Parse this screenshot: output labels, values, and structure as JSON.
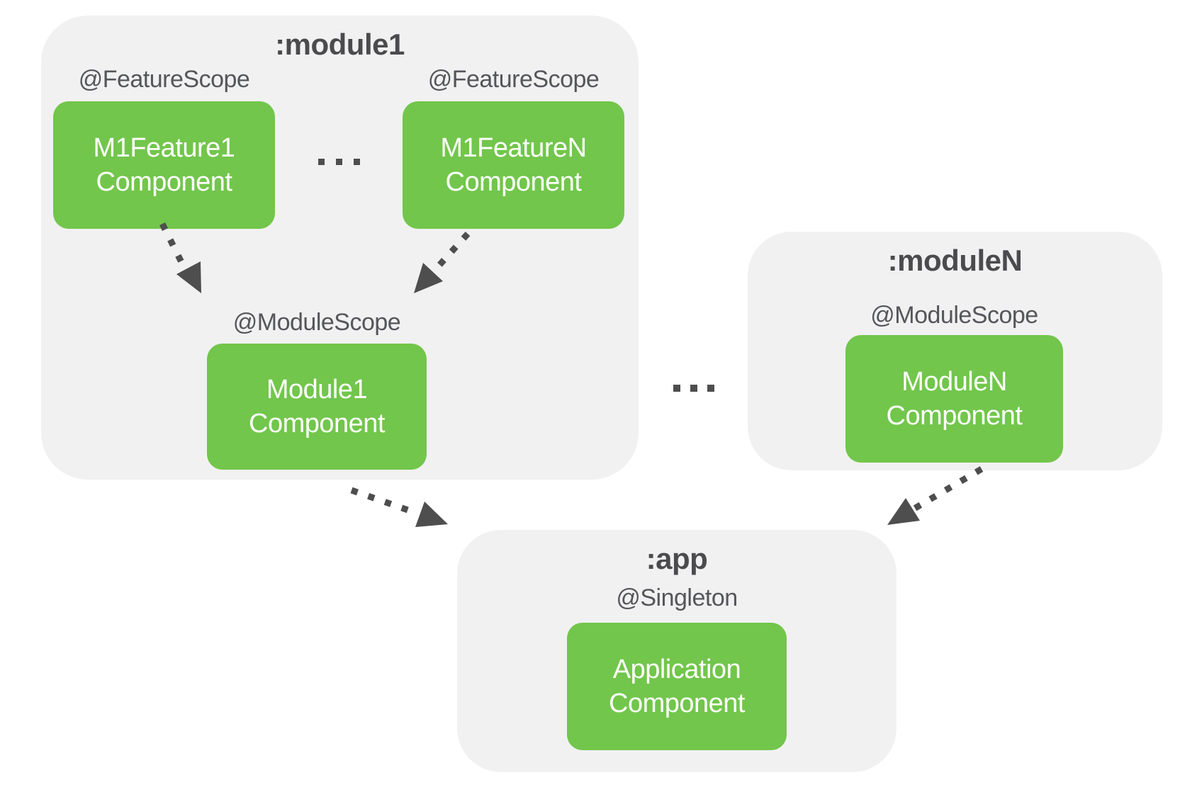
{
  "colors": {
    "container_background": "#F1F1F2",
    "component_green": "#72C64B",
    "title_text": "#4B4B4D",
    "scope_label_text": "#55565A",
    "arrow_gray": "#4E4E4E",
    "box_text": "#FFFFFF",
    "page_background": "#FFFFFF"
  },
  "module1": {
    "title": ":module1",
    "features": [
      {
        "scope": "@FeatureScope",
        "line1": "M1Feature1",
        "line2": "Component"
      },
      {
        "scope": "@FeatureScope",
        "line1": "M1FeatureN",
        "line2": "Component"
      }
    ],
    "ellipsis": ". . .",
    "module_box": {
      "scope": "@ModuleScope",
      "line1": "Module1",
      "line2": "Component"
    }
  },
  "moduleN": {
    "title": ":moduleN",
    "module_box": {
      "scope": "@ModuleScope",
      "line1": "ModuleN",
      "line2": "Component"
    }
  },
  "app": {
    "title": ":app",
    "app_box": {
      "scope": "@Singleton",
      "line1": "Application",
      "line2": "Component"
    }
  },
  "ellipsis_between_modules": ". . .",
  "edges": [
    {
      "from": "M1Feature1 Component",
      "to": "Module1 Component",
      "style": "dotted-arrow"
    },
    {
      "from": "M1FeatureN Component",
      "to": "Module1 Component",
      "style": "dotted-arrow"
    },
    {
      "from": "Module1 Component",
      "to": "Application Component",
      "style": "dotted-arrow"
    },
    {
      "from": "ModuleN Component",
      "to": "Application Component",
      "style": "dotted-arrow"
    }
  ]
}
